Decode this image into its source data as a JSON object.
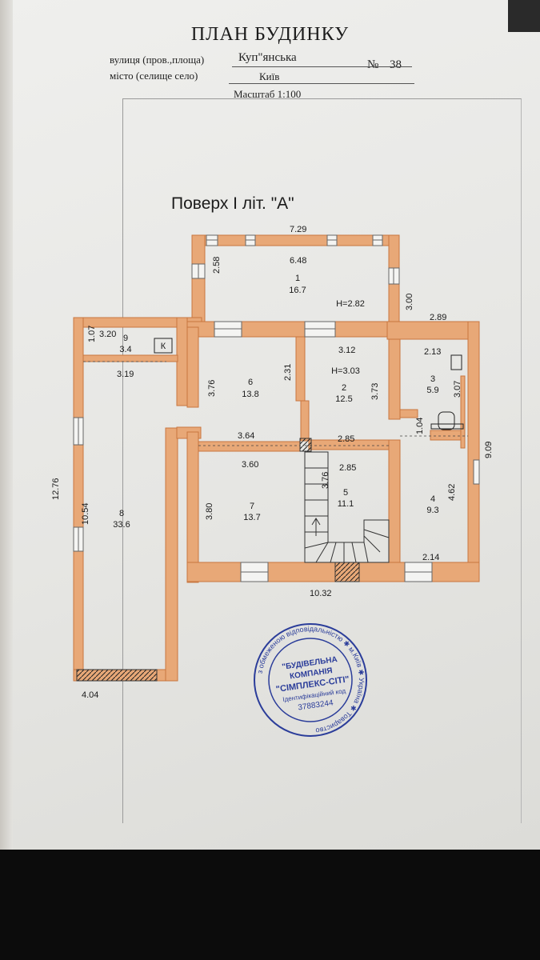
{
  "title": "ПЛАН БУДИНКУ",
  "header": {
    "street_label": "вулиця (пров.,площа)",
    "street_value": "Куп\"янська",
    "number_label": "№",
    "number_value": "38",
    "city_label": "місто (селище село)",
    "city_value": "Київ",
    "scale": "Масштаб 1:100"
  },
  "floor_title": "Поверх I  літ. \"А\"",
  "rooms": [
    {
      "num": "1",
      "area": "16.7"
    },
    {
      "num": "2",
      "area": "12.5"
    },
    {
      "num": "3",
      "area": "5.9"
    },
    {
      "num": "4",
      "area": "9.3"
    },
    {
      "num": "5",
      "area": "11.1"
    },
    {
      "num": "6",
      "area": "13.8"
    },
    {
      "num": "7",
      "area": "13.7"
    },
    {
      "num": "8",
      "area": "33.6"
    },
    {
      "num": "9",
      "area": "3.4"
    }
  ],
  "heights": {
    "room1": "H=2.82",
    "room2": "H=3.03"
  },
  "kitchen_mark": "К",
  "dims": {
    "top_width": "7.29",
    "room1_width": "6.48",
    "room1_height": "2.58",
    "right_step": "3.00",
    "right_top": "2.89",
    "room9_h": "1.07",
    "room9_w": "3.20",
    "room8_top": "3.19",
    "room6_h": "3.76",
    "room6_mid": "2.31",
    "room2_w": "3.12",
    "room2_h": "3.73",
    "room3_w": "2.13",
    "room3_h": "3.07",
    "corridor": "1.04",
    "right_total": "9.09",
    "room6_w": "3.64",
    "room2_bottom": "2.85",
    "room7_w": "3.60",
    "room5_w": "2.85",
    "room5_h": "3.76",
    "room7_h": "3.80",
    "room4_h": "4.62",
    "room4_w": "2.14",
    "left_total": "12.76",
    "room8_h": "10.54",
    "bottom_total": "10.32",
    "room8_w": "4.04"
  },
  "stamp": {
    "ring_text": "з обмеженою відповідальністю ✱ м.Київ ✱ Україна ✱ Товариство",
    "line1": "\"БУДІВЕЛЬНА",
    "line2": "КОМПАНІЯ",
    "line3": "\"СІМПЛЕКС-СІТІ\"",
    "line4": "Ідентифікаційний код",
    "line5": "37883244"
  },
  "colors": {
    "wall": "#e8a877",
    "wall_stroke": "#c8763f",
    "ink": "#1a1a1a",
    "stamp": "#2b3d9a"
  }
}
